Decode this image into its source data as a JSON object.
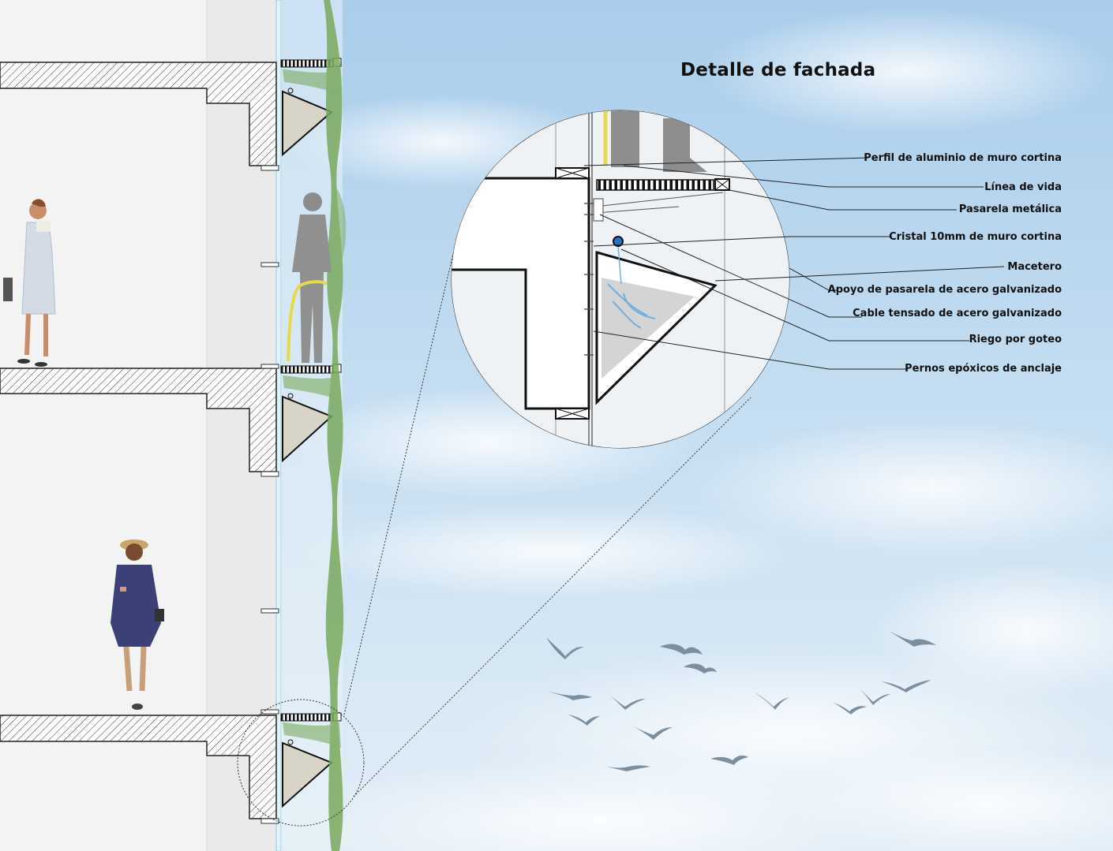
{
  "title": "Detalle de fachada",
  "labels": [
    "Perfil de aluminio de muro cortina",
    "Línea de vida",
    "Pasarela metálica",
    "Cristal 10mm de muro cortina",
    "Macetero",
    "Apoyo de pasarela de acero galvanizado",
    "Cable tensado de acero galvanizado",
    "Riego por goteo",
    "Pernos epóxicos de anclaje"
  ],
  "colors": {
    "sky_top": "#a9cdeb",
    "sky_bottom": "#e4eff8",
    "interior": "#f1f1f1",
    "structure": "#ffffff",
    "foliage": "#6f9f55",
    "birds": "#7b8f9e",
    "ink": "#111111"
  },
  "icons": [
    "bird-icon",
    "person-silhouette",
    "plant-icon"
  ]
}
